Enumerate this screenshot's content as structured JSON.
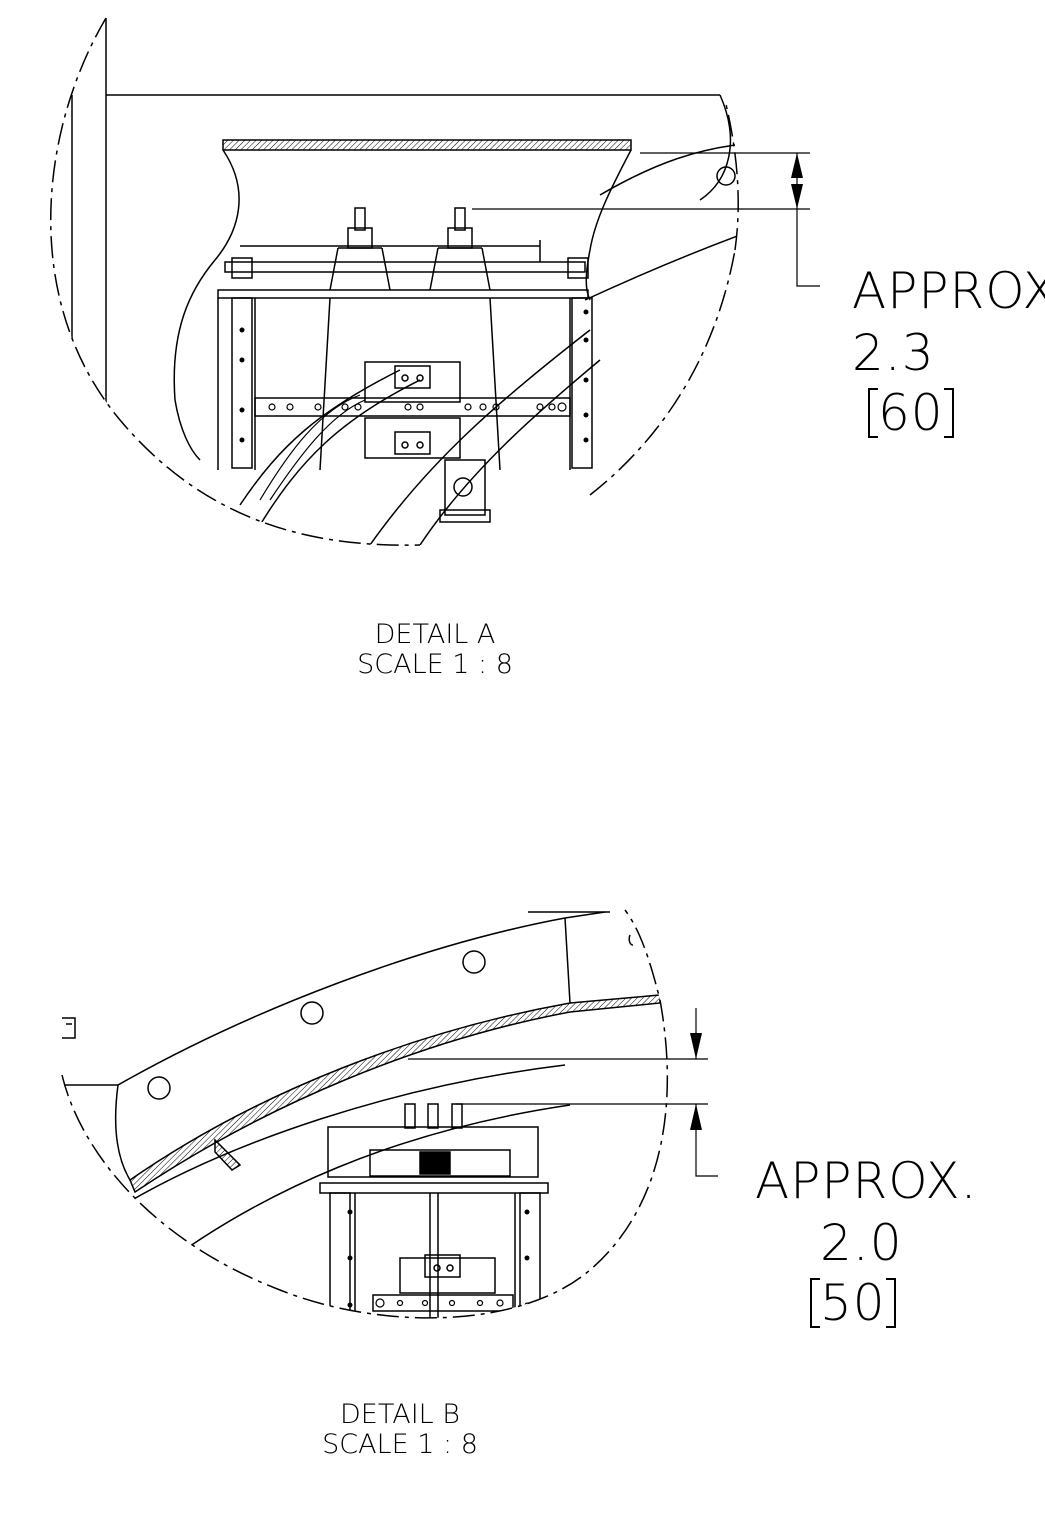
{
  "detail_a": {
    "dimension": {
      "prefix": "APPROX",
      "value": "2.3",
      "metric": "60"
    },
    "caption": {
      "title": "DETAIL A",
      "scale": "SCALE 1 : 8"
    }
  },
  "detail_b": {
    "dimension": {
      "prefix": "APPROX.",
      "value": "2.0",
      "metric": "50"
    },
    "caption": {
      "title": "DETAIL B",
      "scale": "SCALE 1 : 8"
    }
  }
}
